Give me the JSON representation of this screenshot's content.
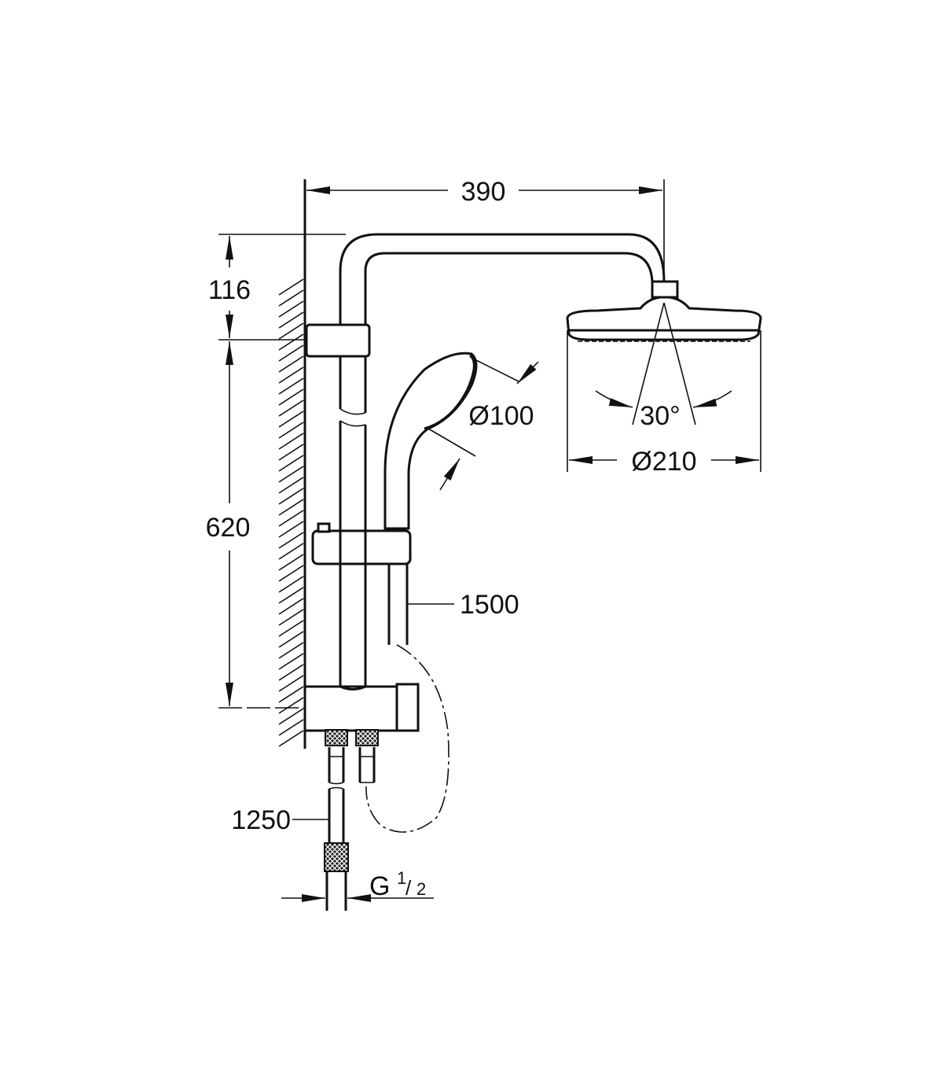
{
  "dimensions": {
    "arm_length": "390",
    "head_height": "116",
    "rail_length": "620",
    "hand_shower_diameter": "Ø100",
    "spray_angle": "30°",
    "head_shower_diameter": "Ø210",
    "shower_hose_length": "1500",
    "supply_hose_length": "1250",
    "thread_main": "G",
    "thread_num": "1",
    "thread_den": "2"
  },
  "colors": {
    "line": "#111111",
    "background": "#ffffff"
  }
}
